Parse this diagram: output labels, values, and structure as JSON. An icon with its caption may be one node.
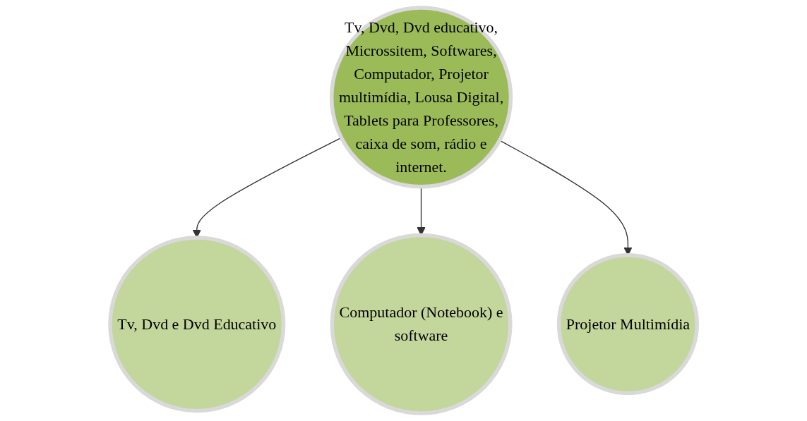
{
  "diagram": {
    "nodes": [
      {
        "text": [
          "Tv, Dvd, Dvd educativo, Microssitem, Softwares, Computador, Projetor multimídia, Lousa Digital, Tablets para Professores, caixa de som, rádio e internet."
        ]
      },
      {
        "text": [
          "Tv, Dvd e Dvd Educativo"
        ]
      },
      {
        "text": [
          "Computador (Notebook) e software"
        ]
      },
      {
        "text": [
          "Projetor Multimídia"
        ]
      }
    ],
    "edges": [
      {
        "from": 0,
        "to": 1,
        "arrow": "to"
      },
      {
        "from": 0,
        "to": 2,
        "arrow": "to"
      },
      {
        "from": 0,
        "to": 3,
        "arrow": "to"
      }
    ]
  }
}
